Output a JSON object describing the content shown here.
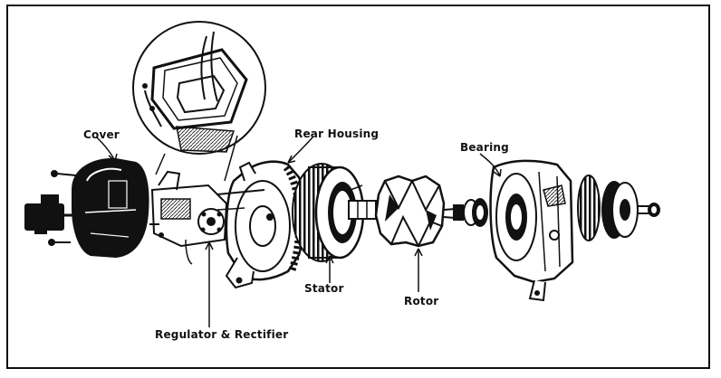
{
  "diagram": {
    "labels": {
      "cover": "Cover",
      "rear_housing": "Rear Housing",
      "bearing": "Bearing",
      "stator": "Stator",
      "rotor": "Rotor",
      "regulator_rectifier": "Regulator & Rectifier"
    },
    "colors": {
      "ink": "#111111",
      "paper": "#ffffff",
      "shade": "#555555"
    }
  }
}
